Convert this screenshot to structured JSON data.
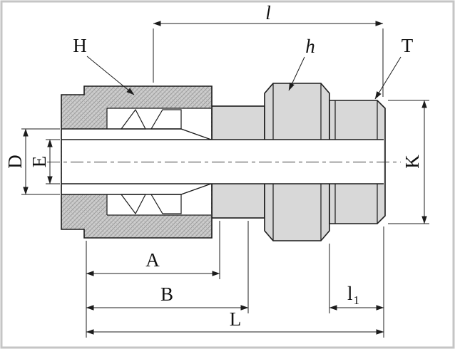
{
  "figure": {
    "type": "technical-drawing",
    "description": "Cross-section dimensional drawing of a male connector compression tube fitting",
    "dimension_labels": {
      "l": "l",
      "H": "H",
      "h": "h",
      "T": "T",
      "D": "D",
      "E": "E",
      "K": "K",
      "A": "A",
      "B": "B",
      "l1_base": "l",
      "l1_sub": "1",
      "L": "L"
    },
    "colors": {
      "outline": "#1c1c1c",
      "body_fill": "#d8d8d8",
      "nut_fill": "#cdcdcd",
      "ferrule_fill": "#e4e4e4",
      "background": "#ffffff",
      "frame_border": "#c5c5c5"
    }
  }
}
